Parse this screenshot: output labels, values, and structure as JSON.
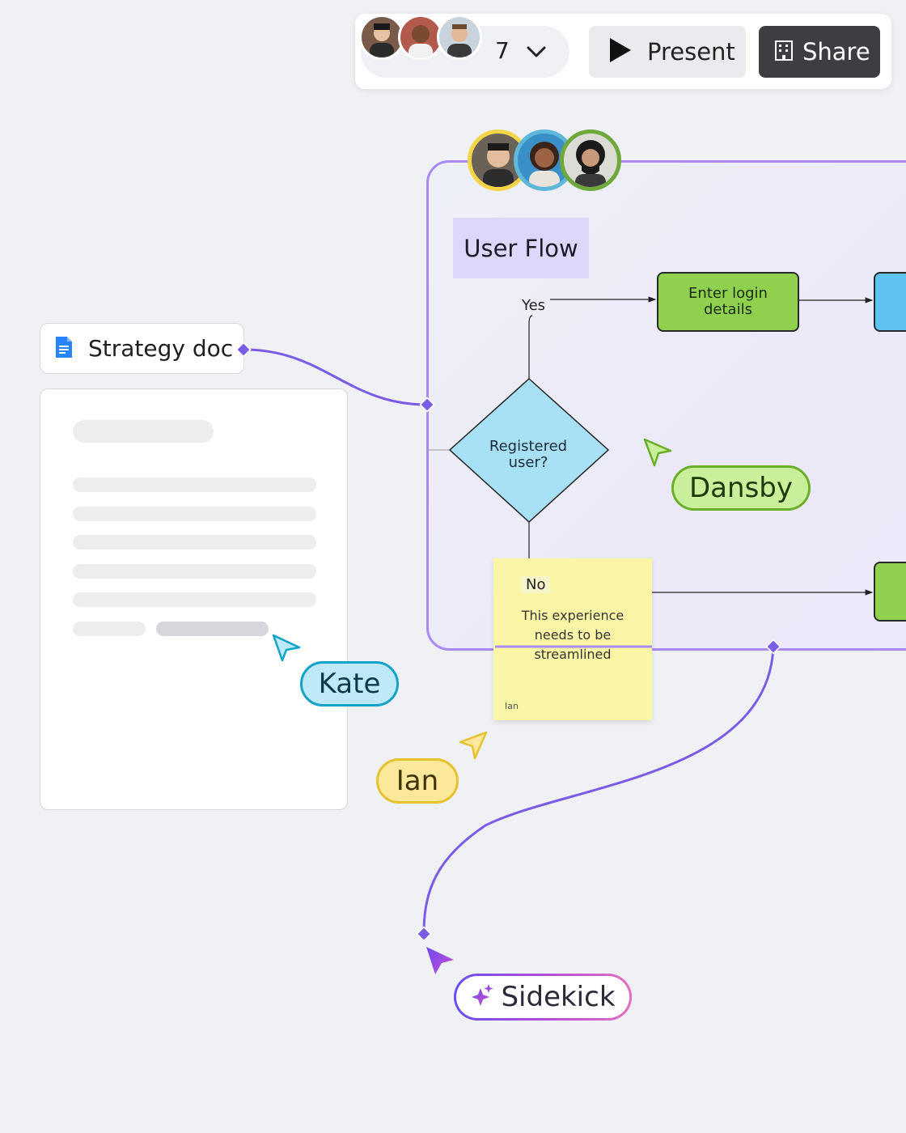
{
  "toolbar": {
    "collaborator_count": "7",
    "present_label": "Present",
    "share_label": "Share"
  },
  "frame": {
    "title": "User Flow",
    "yes_label": "Yes",
    "no_label": "No",
    "decision_line1": "Registered",
    "decision_line2": "user?",
    "login_line1": "Enter login",
    "login_line2": "details"
  },
  "sticky": {
    "line1": "This experience",
    "line2": "needs to be",
    "line3": "streamlined",
    "author": "Ian"
  },
  "doc": {
    "title": "Strategy doc",
    "icon": "google-docs-icon"
  },
  "cursors": {
    "kate": "Kate",
    "dansby": "Dansby",
    "ian": "Ian",
    "sidekick": "Sidekick"
  },
  "colors": {
    "frame_border": "#a98af2",
    "connector": "#7b5ce6",
    "kate": "#14a3c8",
    "dansby": "#6aae2a",
    "ian": "#e5c22e",
    "sticky": "#fbf6a6",
    "node_green": "#8fd14f",
    "node_blue": "#5fc3f2"
  }
}
